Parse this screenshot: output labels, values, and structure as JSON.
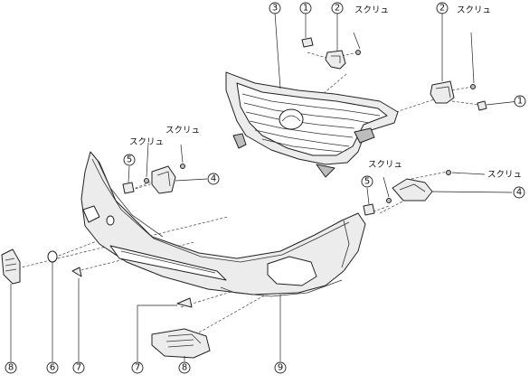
{
  "screw_label": "スクリュ",
  "callouts": {
    "c1a": "1",
    "c1b": "1",
    "c2a": "2",
    "c2b": "2",
    "c3": "3",
    "c4a": "4",
    "c4b": "4",
    "c5a": "5",
    "c5b": "5",
    "c6": "6",
    "c7a": "7",
    "c7b": "7",
    "c8a": "8",
    "c8b": "8",
    "c9": "9"
  }
}
